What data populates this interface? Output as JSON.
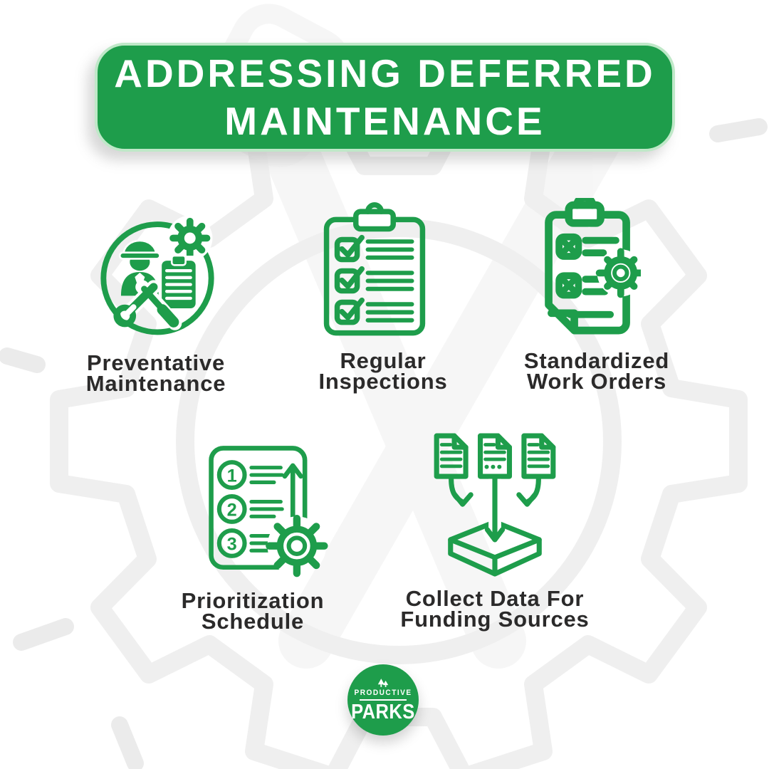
{
  "header": {
    "title_line1": "ADDRESSING DEFERRED",
    "title_line2": "MAINTENANCE",
    "bg_color": "#1E9D4B",
    "border_color": "#BFE8C8",
    "text_color": "#FFFFFF"
  },
  "items": [
    {
      "label": "Preventative\nMaintenance",
      "icon": "worker-tools-clipboard-icon"
    },
    {
      "label": "Regular\nInspections",
      "icon": "inspection-checklist-icon"
    },
    {
      "label": "Standardized\nWork Orders",
      "icon": "work-order-clipboard-gear-icon"
    },
    {
      "label": "Prioritization\nSchedule",
      "icon": "numbered-list-gear-icon"
    },
    {
      "label": "Collect Data For\nFunding Sources",
      "icon": "documents-to-collection-box-icon"
    }
  ],
  "icons": {
    "numbered_list": {
      "steps": [
        "1",
        "2",
        "3"
      ]
    }
  },
  "logo": {
    "brand_top": "PRODUCTIVE",
    "brand_bottom": "PARKS",
    "icon": "pine-trees-icon",
    "bg_color": "#1E9D4B"
  },
  "colors": {
    "icon_green": "#1E9D4B",
    "label_text": "#2B2A2A",
    "watermark_gray": "#ECECEC",
    "background": "#FFFFFF"
  }
}
